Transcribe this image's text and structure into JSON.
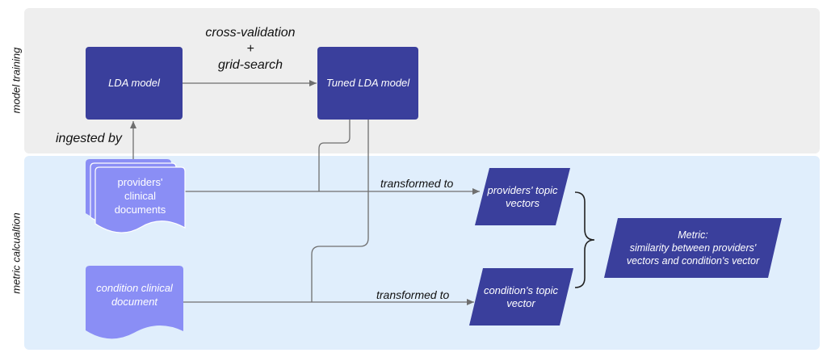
{
  "bands": {
    "training": "model training",
    "metric": "metric calcualtion"
  },
  "nodes": {
    "lda_model": "LDA model",
    "tuned_lda_model": "Tuned LDA model",
    "providers_docs": [
      "providers'",
      "clinical",
      "documents"
    ],
    "condition_doc": [
      "condition clinical",
      "document"
    ],
    "providers_vectors": [
      "providers' topic",
      "vectors"
    ],
    "condition_vector": [
      "condition's topic",
      "vector"
    ],
    "metric": [
      "Metric:",
      "similarity between providers'",
      "vectors and condition's vector"
    ]
  },
  "edges": {
    "cv_line1": "cross-validation",
    "cv_line2": "+",
    "cv_line3": "grid-search",
    "ingested_by": "ingested by",
    "transformed_to_1": "transformed to",
    "transformed_to_2": "transformed to"
  },
  "colors": {
    "box": "#3a3f9c",
    "doc": "#8a8ef5",
    "line": "#6f6f6f",
    "training_band": "#eeeeee",
    "metric_band": "#e0eefc"
  }
}
